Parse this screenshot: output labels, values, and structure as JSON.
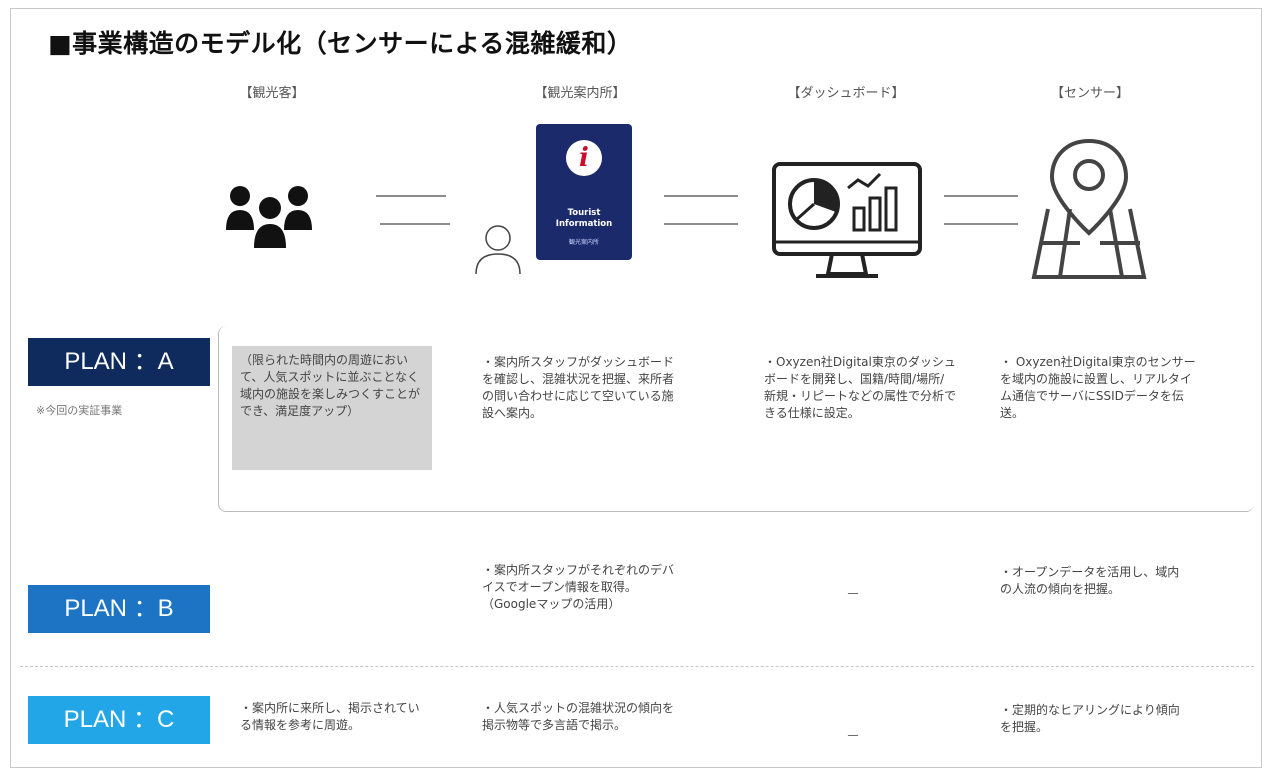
{
  "title": "■事業構造のモデル化（センサーによる混雑緩和）",
  "columns": [
    "【観光客】",
    "【観光案内所】",
    "【ダッシュボード】",
    "【センサー】"
  ],
  "badge": {
    "lines": "Tourist\nInformation",
    "sub": "観光案内所"
  },
  "plans": [
    "PLAN ：A",
    "PLAN ：B",
    "PLAN ：C"
  ],
  "plan_a_note": "※今回の実証事業",
  "plan_a": {
    "tourist": "（限られた時間内の周遊において、人気スポットに並ぶことなく域内の施設を楽しみつくすことができ、満足度アップ）",
    "info": "・案内所スタッフがダッシュボードを確認し、混雑状況を把握、来所者の問い合わせに応じて空いている施設へ案内。",
    "dashboard": "・Oxyzen社Digital東京のダッシュボードを開発し、国籍/時間/場所/新規・リピートなどの属性で分析できる仕様に設定。",
    "sensor": "・ Oxyzen社Digital東京のセンサーを域内の施設に設置し、リアルタイム通信でサーバにSSIDデータを伝送。"
  },
  "plan_b": {
    "info": "・案内所スタッフがそれぞれのデバイスでオープン情報を取得。　（Googleマップの活用）",
    "dashboard": "－",
    "sensor": "・オープンデータを活用し、域内の人流の傾向を把握。"
  },
  "plan_c": {
    "tourist": "・案内所に来所し、掲示されている情報を参考に周遊。",
    "info": "・人気スポットの混雑状況の傾向を掲示物等で多言語で掲示。",
    "dashboard": "－",
    "sensor": "・定期的なヒアリングにより傾向を把握。"
  },
  "colors": {
    "plan_a": "#0f2a5c",
    "plan_b": "#1d73c4",
    "plan_c": "#22a6e8",
    "badge": "#1b2a6b"
  },
  "icons": [
    "people-icon",
    "arrow-pair-icon",
    "person-outline-icon",
    "info-badge-icon",
    "dashboard-monitor-icon",
    "map-pin-icon"
  ]
}
